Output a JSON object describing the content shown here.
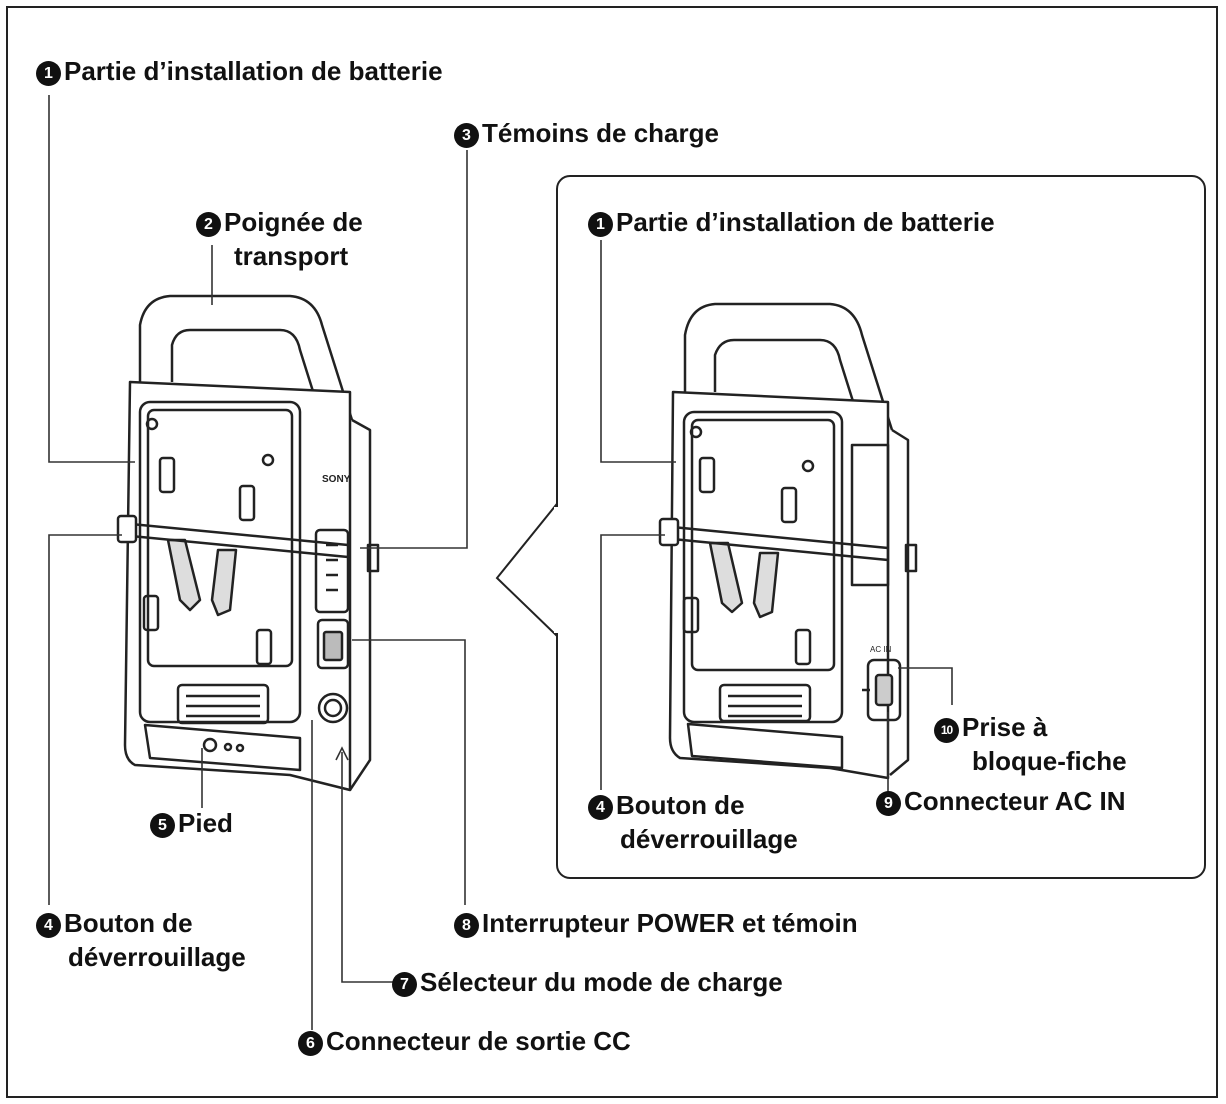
{
  "callouts": {
    "c1_left": {
      "num": "1",
      "lines": [
        "Partie d’installation de batterie"
      ]
    },
    "c2": {
      "num": "2",
      "lines": [
        "Poignée de",
        "transport"
      ]
    },
    "c3": {
      "num": "3",
      "lines": [
        "Témoins de charge"
      ]
    },
    "c1_right": {
      "num": "1",
      "lines": [
        "Partie d’installation de batterie"
      ]
    },
    "c4_left": {
      "num": "4",
      "lines": [
        "Bouton de",
        "déverrouillage"
      ]
    },
    "c4_right": {
      "num": "4",
      "lines": [
        "Bouton de",
        "déverrouillage"
      ]
    },
    "c5": {
      "num": "5",
      "lines": [
        "Pied"
      ]
    },
    "c6": {
      "num": "6",
      "lines": [
        "Connecteur de sortie CC"
      ]
    },
    "c7": {
      "num": "7",
      "lines": [
        "Sélecteur du mode de charge"
      ]
    },
    "c8": {
      "num": "8",
      "lines": [
        "Interrupteur POWER et témoin"
      ]
    },
    "c9": {
      "num": "9",
      "lines": [
        "Connecteur AC IN"
      ]
    },
    "c10": {
      "num": "10",
      "lines": [
        "Prise à",
        "bloque-fiche"
      ]
    }
  },
  "device_text": {
    "brand": "SONY",
    "ac_in": "AC IN"
  }
}
